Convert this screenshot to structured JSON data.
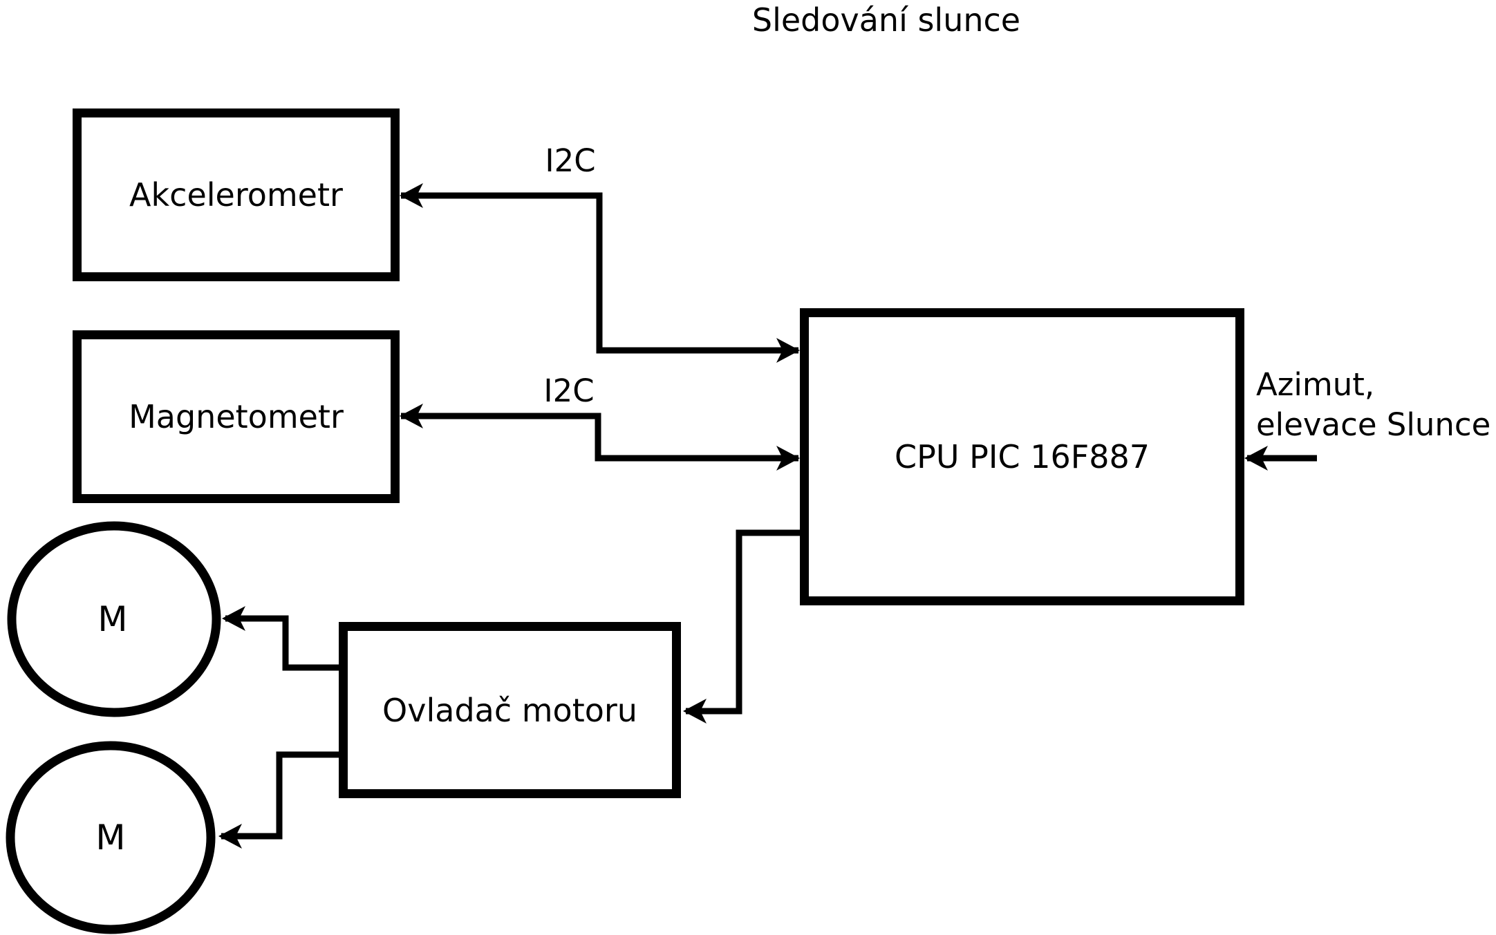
{
  "title": "Sledování slunce",
  "blocks": {
    "akcelerometr": "Akcelerometr",
    "magnetometr": "Magnetometr",
    "cpu": "CPU PIC 16F887",
    "motor_driver": "Ovladač motoru",
    "motor_top": "M",
    "motor_bottom": "M"
  },
  "connector_labels": {
    "i2c_akcelerometr": "I2C",
    "i2c_magnetometr": "I2C",
    "cpu_input_line1": "Azimut,",
    "cpu_input_line2": "elevace Slunce"
  },
  "colors": {
    "ink": "#000000",
    "background": "#ffffff"
  }
}
